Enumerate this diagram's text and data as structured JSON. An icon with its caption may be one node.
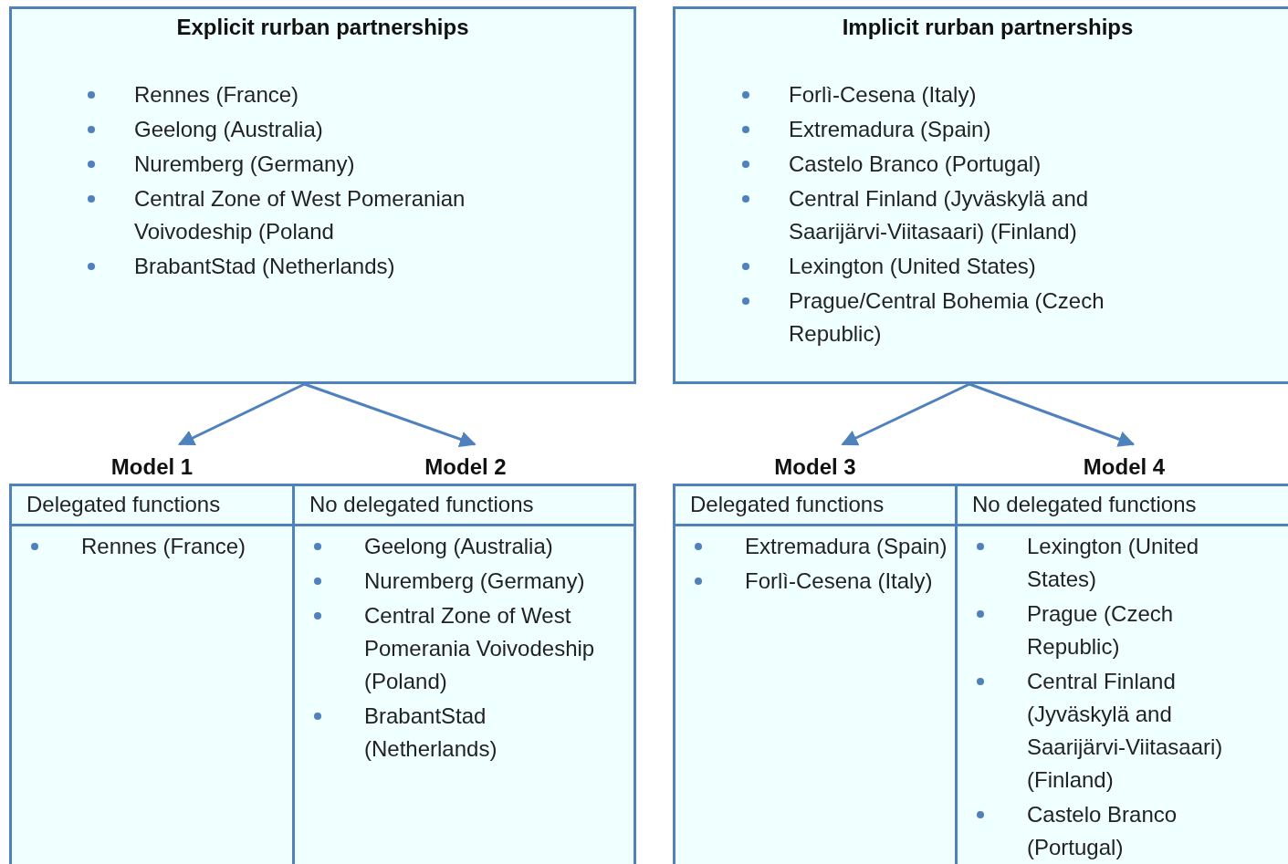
{
  "diagram": {
    "nodes": [
      {
        "text": [
          "Explicit rurban partnerships",
          "Rennes (France)",
          "Geelong (Australia)",
          "Nuremberg (Germany)",
          "Central Zone of West Pomeranian Voivodeship (Poland",
          "BrabantStad (Netherlands)"
        ]
      },
      {
        "text": [
          "Implicit rurban partnerships",
          "Forlì-Cesena (Italy)",
          "Extremadura (Spain)",
          "Castelo Branco (Portugal)",
          "Central Finland (Jyväskylä and Saarijärvi-Viitasaari) (Finland)",
          "Lexington (United States)",
          "Prague/Central Bohemia (Czech Republic)"
        ]
      },
      {
        "text": [
          "Model 1",
          "Delegated functions",
          "Rennes (France)"
        ]
      },
      {
        "text": [
          "Model 2",
          "No delegated functions",
          "Geelong (Australia)",
          "Nuremberg (Germany)",
          "Central Zone of West Pomerania Voivodeship (Poland)",
          "BrabantStad (Netherlands)"
        ]
      },
      {
        "text": [
          "Model 3",
          "Delegated functions",
          "Extremadura (Spain)",
          "Forlì-Cesena (Italy)"
        ]
      },
      {
        "text": [
          "Model 4",
          "No delegated functions",
          "Lexington (United States)",
          "Prague (Czech Republic)",
          "Central Finland (Jyväskylä and Saarijärvi-Viitasaari) (Finland)",
          "Castelo Branco (Portugal)"
        ]
      }
    ],
    "edges": [
      {
        "from": 0,
        "to": 2,
        "arrow": "to"
      },
      {
        "from": 0,
        "to": 3,
        "arrow": "to"
      },
      {
        "from": 1,
        "to": 4,
        "arrow": "to"
      },
      {
        "from": 1,
        "to": 5,
        "arrow": "to"
      }
    ]
  }
}
